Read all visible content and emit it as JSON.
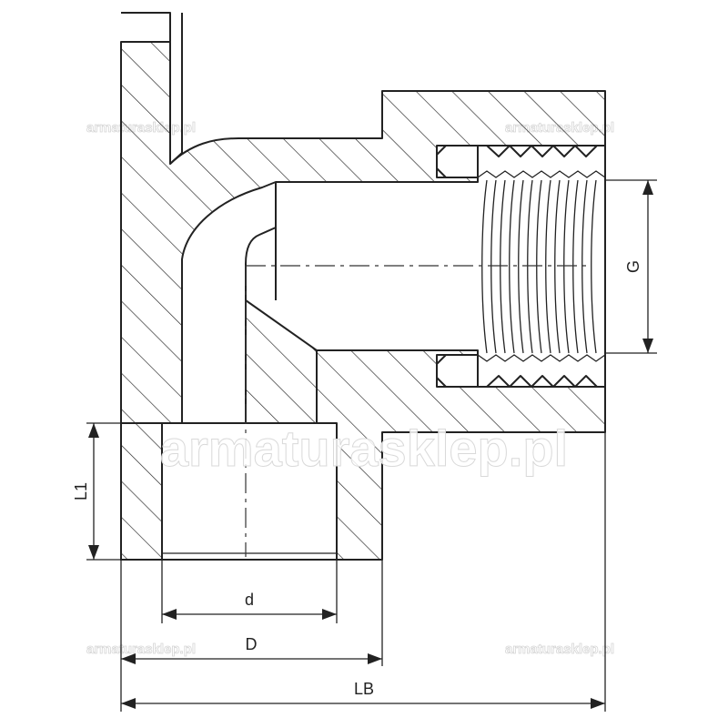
{
  "diagram": {
    "dimensions": {
      "g": "G",
      "l1": "L1",
      "d_small": "d",
      "d_large": "D",
      "lb": "LB"
    },
    "watermark": {
      "main": "armaturasklep.pl",
      "small": "armaturasklep.pl"
    },
    "colors": {
      "line": "#222222",
      "background": "#ffffff"
    }
  }
}
